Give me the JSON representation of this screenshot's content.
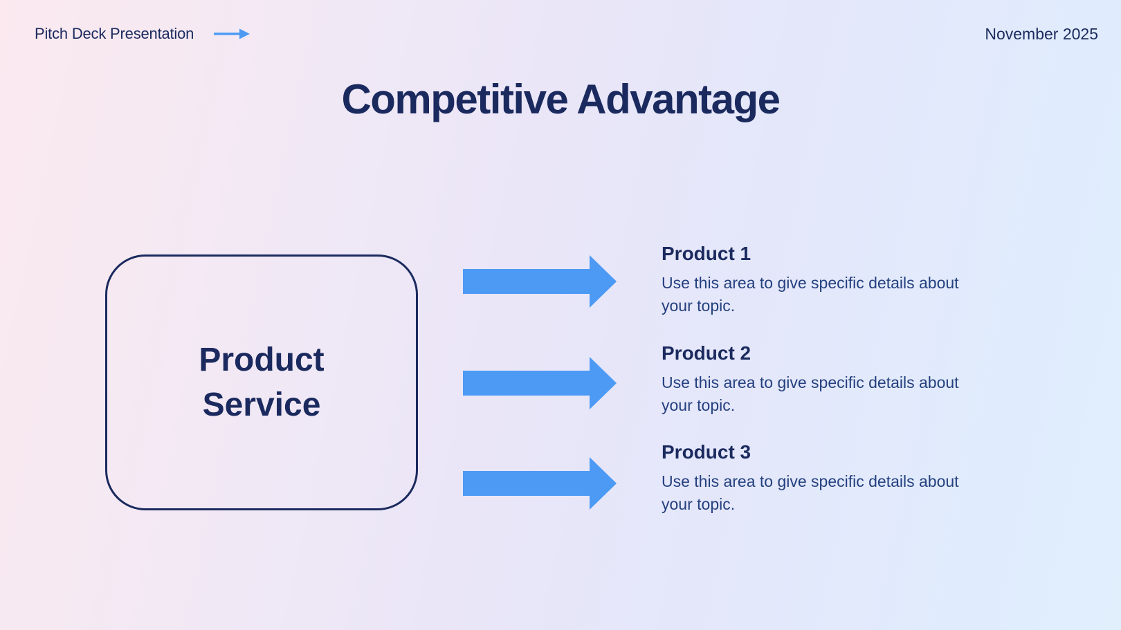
{
  "header": {
    "presentation_label": "Pitch Deck Presentation",
    "date_label": "November 2025"
  },
  "title": "Competitive Advantage",
  "diagram": {
    "source_box": {
      "line1": "Product",
      "line2": "Service"
    },
    "items": [
      {
        "title": "Product 1",
        "description": "Use this area to give specific details about your topic.",
        "description_lines": [
          "Use this area to give specific details about",
          "your topic."
        ]
      },
      {
        "title": "Product 2",
        "description": "Use this area to give specific details about your topic.",
        "description_lines": [
          "Use this area to give specific details about",
          "your topic."
        ]
      },
      {
        "title": "Product 3",
        "description": "Use this area to give specific details about your topic.",
        "description_lines": [
          "Use this area to give specific details about",
          "your topic."
        ]
      }
    ]
  },
  "colors": {
    "navy": "#1b2a5e",
    "body_navy": "#24407e",
    "accent_blue": "#4d9af4",
    "bg_pink": "#fbe9ef",
    "bg_lavender": "#eae6f8",
    "bg_blue": "#e0ecfd"
  }
}
